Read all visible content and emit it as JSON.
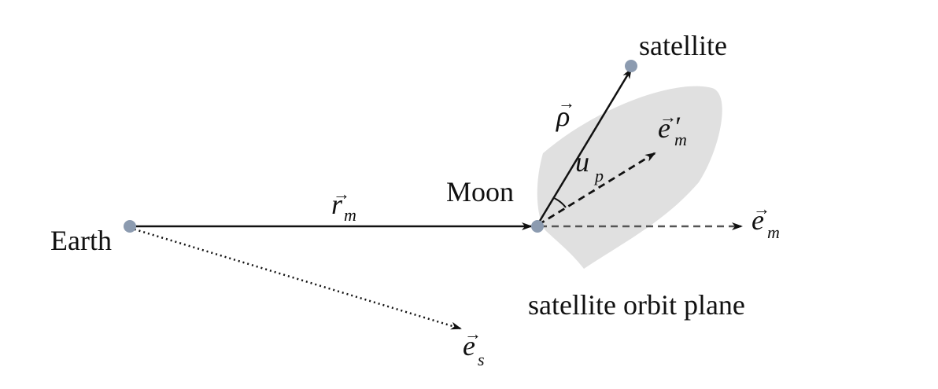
{
  "labels": {
    "earth": "Earth",
    "moon": "Moon",
    "satellite": "satellite",
    "orbit_plane": "satellite orbit plane"
  },
  "vectors": {
    "r_m": {
      "symbol": "r",
      "subscript": "m"
    },
    "rho": {
      "symbol": "ρ"
    },
    "e_m_prime": {
      "symbol": "e",
      "prime": "′",
      "subscript": "m"
    },
    "e_m": {
      "symbol": "e",
      "subscript": "m"
    },
    "e_s": {
      "symbol": "e",
      "subscript": "s"
    },
    "u_p": {
      "symbol": "u",
      "subscript": "p"
    }
  },
  "accent": "→",
  "colors": {
    "point": "#8c9bb0",
    "plane": "#e0e0e0",
    "line": "#111111",
    "dashed_gray": "#555555"
  }
}
